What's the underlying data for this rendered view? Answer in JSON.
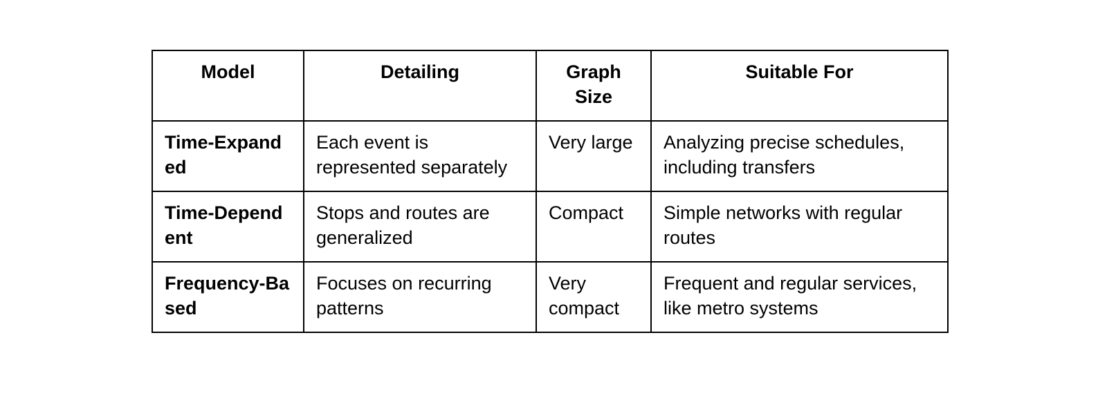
{
  "table": {
    "headers": [
      "Model",
      "Detailing",
      "Graph Size",
      "Suitable For"
    ],
    "rows": [
      {
        "model": "Time-Expanded",
        "detailing": "Each event is represented separately",
        "graph_size": "Very large",
        "suitable_for": "Analyzing precise schedules, including transfers"
      },
      {
        "model": "Time-Dependent",
        "detailing": "Stops and routes are generalized",
        "graph_size": "Compact",
        "suitable_for": "Simple networks with regular routes"
      },
      {
        "model": "Frequency-Based",
        "detailing": "Focuses on recurring patterns",
        "graph_size": "Very compact",
        "suitable_for": "Frequent and regular services, like metro systems"
      }
    ]
  },
  "colors": {
    "background": "#ffffff",
    "cell_background": "#ffffff",
    "border": "#000000",
    "text": "#000000"
  }
}
